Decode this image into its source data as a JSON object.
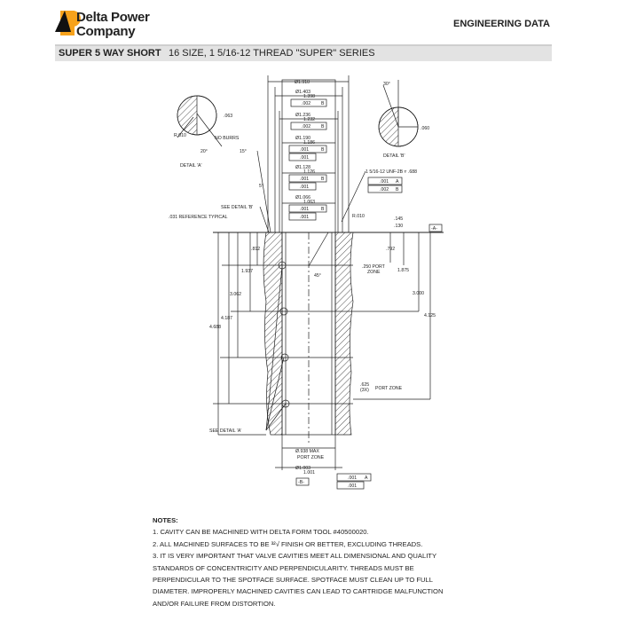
{
  "header": {
    "company_line1": "Delta Power",
    "company_line2": "Company",
    "section": "ENGINEERING DATA",
    "logo_colors": {
      "black": "#111111",
      "orange": "#f7a21b"
    }
  },
  "title_band": {
    "product": "SUPER 5 WAY SHORT",
    "description": "16 SIZE, 1 5/16-12 THREAD \"SUPER\" SERIES"
  },
  "drawing": {
    "d1910": "Ø1.910",
    "d1403": "Ø1.403",
    "d1398": "1.398",
    "fcf1": ".002",
    "fcf1_ref": "B",
    "d1236": "Ø1.236",
    "d1232": "1.232",
    "fcf2": ".002",
    "fcf2_ref": "B",
    "d1190": "Ø1.190",
    "d1186": "1.186",
    "fcf3": ".001",
    "fcf3_ref": "B",
    "fcf3b": ".001",
    "d1128": "Ø1.128",
    "d1126": "1.126",
    "fcf4": ".001",
    "fcf4_ref": "B",
    "fcf4b": ".001",
    "d1066": "Ø1.066",
    "d1063": "1.063",
    "fcf5": ".001",
    "fcf5_ref": "B",
    "fcf5b": ".001",
    "detA_063": ".063",
    "detA_r": "R.010",
    "detA_burrs": "NO BURRS",
    "detA_ang": "20°",
    "detA_label": "DETAIL 'A'",
    "ang15": "15°",
    "ang5": "5°",
    "detB_ang": "30°",
    "detB_060": ".060",
    "detB_label": "DETAIL 'B'",
    "thread": "1 5/16-12 UNF-2B ⫧ .688",
    "thr_fcf1": ".001",
    "thr_fcf1_ref": "A",
    "thr_fcf2": ".002",
    "thr_fcf2_ref": "B",
    "see_b": "SEE DETAIL 'B'",
    "ref031": ".031 REFERENCE TYPICAL",
    "r010": "R.010",
    "d145": ".145",
    "d130": ".130",
    "datum_a": "-A-",
    "d812": ".812",
    "d1937": "1.937",
    "d3062": "3.062",
    "d4187": "4.187",
    "d4688": "4.688",
    "d792": ".792",
    "port250a": ".250 PORT",
    "port250b": "ZONE",
    "d1875": "1.875",
    "d3000": "3.000",
    "d4125": "4.125",
    "ang45": "45°",
    "d625": ".625",
    "x3": "(3X)",
    "portzone": "PORT ZONE",
    "see_a": "SEE DETAIL 'A'",
    "d938a": "Ø.938 MAX",
    "d938b": "PORT ZONE",
    "d1003": "Ø1.003",
    "d1001": "1.001",
    "datum_b": "-B-",
    "bot_fcf1": ".001",
    "bot_fcf1_ref": "A",
    "bot_fcf2": ".001"
  },
  "notes": {
    "title": "NOTES:",
    "items": [
      "1. CAVITY CAN BE MACHINED WITH DELTA FORM TOOL #40500020.",
      "2. ALL MACHINED SURFACES TO BE ³²√ FINISH OR BETTER, EXCLUDING THREADS.",
      "3. IT IS VERY IMPORTANT THAT VALVE CAVITIES MEET ALL DIMENSIONAL AND QUALITY STANDARDS OF CONCENTRICITY AND PERPENDICULARITY. THREADS MUST BE PERPENDICULAR TO THE SPOTFACE SURFACE. SPOTFACE MUST CLEAN UP TO FULL DIAMETER. IMPROPERLY MACHINED CAVITIES CAN LEAD TO CARTRIDGE MALFUNCTION AND/OR FAILURE FROM DISTORTION."
    ]
  }
}
